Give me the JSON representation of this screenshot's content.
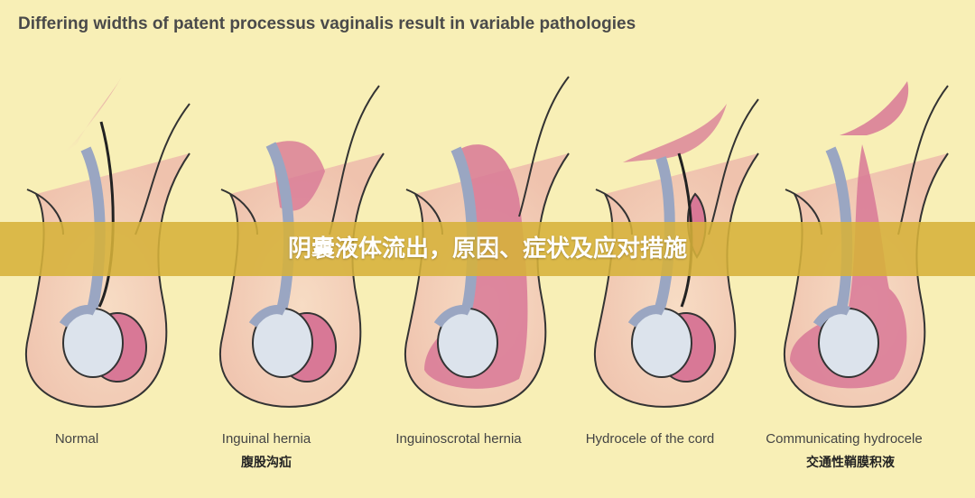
{
  "title": "Differing widths of patent processus vaginalis result in variable pathologies",
  "banner": "阴囊液体流出，原因、症状及应对措施",
  "panels": [
    {
      "caption": "Normal",
      "subcaption": ""
    },
    {
      "caption": "Inguinal hernia",
      "subcaption": "腹股沟疝"
    },
    {
      "caption": "Inguinoscrotal hernia",
      "subcaption": ""
    },
    {
      "caption": "Hydrocele of the cord",
      "subcaption": ""
    },
    {
      "caption": "Communicating hydrocele",
      "subcaption": "交通性鞘膜积液"
    }
  ],
  "colors": {
    "background": "#f8efb6",
    "skin": "#f3cfb8",
    "pink": "#d87896",
    "vessel": "#9aa6c2",
    "testis": "#dce3ec",
    "banner": "#d6b23a"
  }
}
